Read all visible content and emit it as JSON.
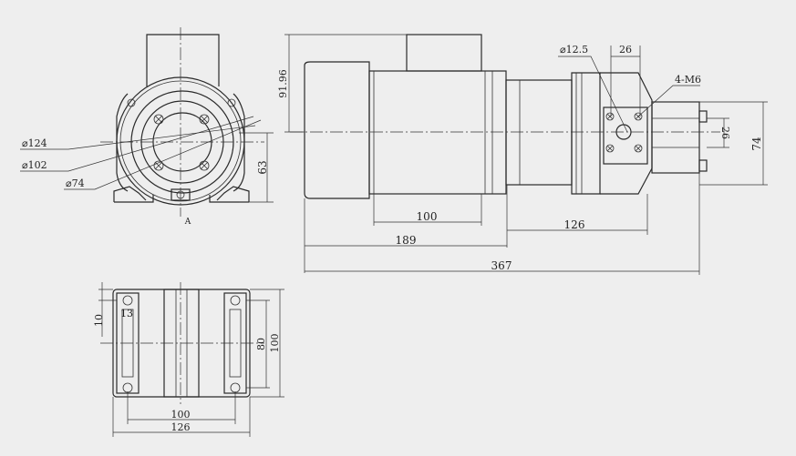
{
  "drawing": {
    "front_view": {
      "dia_outer": "⌀124",
      "dia_mid": "⌀102",
      "dia_inner": "⌀74",
      "height_63": "63",
      "section_mark": "A"
    },
    "side_view": {
      "height_91_96": "91.96",
      "length_100": "100",
      "length_126": "126",
      "length_189": "189",
      "overall_367": "367",
      "shaft_dia": "⌀12.5",
      "flange_26": "26",
      "holes_4m6": "4-M6",
      "vertical_26": "26",
      "height_74": "74"
    },
    "base_view": {
      "dim_10": "10",
      "dim_13": "13",
      "dim_80": "80",
      "dim_100_v": "100",
      "dim_100_h": "100",
      "dim_126": "126"
    }
  }
}
